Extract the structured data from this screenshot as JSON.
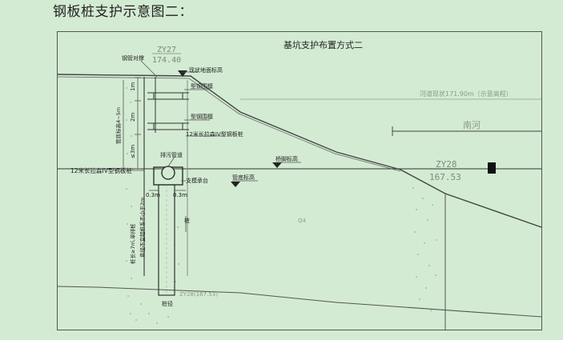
{
  "page": {
    "heading": "钢板桩支护示意图二："
  },
  "diagram": {
    "title": "基坑支护布置方式二",
    "zy27_label": "ZY27",
    "zy27_value": "174.40",
    "zy28_label": "ZY28",
    "zy28_value": "167.53",
    "steel_support": "钢管对撑",
    "existing_ground": "现状地面标高",
    "steel_purlin_1": "型钢围檩",
    "steel_purlin_2": "型钢围檩",
    "sheet_pile_right": "12米长拉森IV型钢板桩",
    "sheet_pile_left": "12米长拉森IV型钢板桩",
    "dim_1m": "1m",
    "dim_2m": "2m",
    "dim_3m": "≤3m",
    "wall_depth_note": "管底标高4~5m",
    "sewer_pipe": "排污管道",
    "support_platform": "支模承台",
    "pipe_bottom_elev": "管底标高",
    "bridge_foot_elev": "桥脚标高",
    "dim_03m_left": "0.3m",
    "dim_03m_right": "0.3m",
    "pile_label": "桩",
    "pile_note": "桩长≥7m,单排桩",
    "pile_note_2": "直径不宜超桩系不小于2m",
    "pile_diameter": "桩径",
    "river_label": "南河",
    "right_note": "河道现状171.90m（示意高程）",
    "q4_label": "Q4",
    "bottom_label": "ZY28(167.53)"
  }
}
